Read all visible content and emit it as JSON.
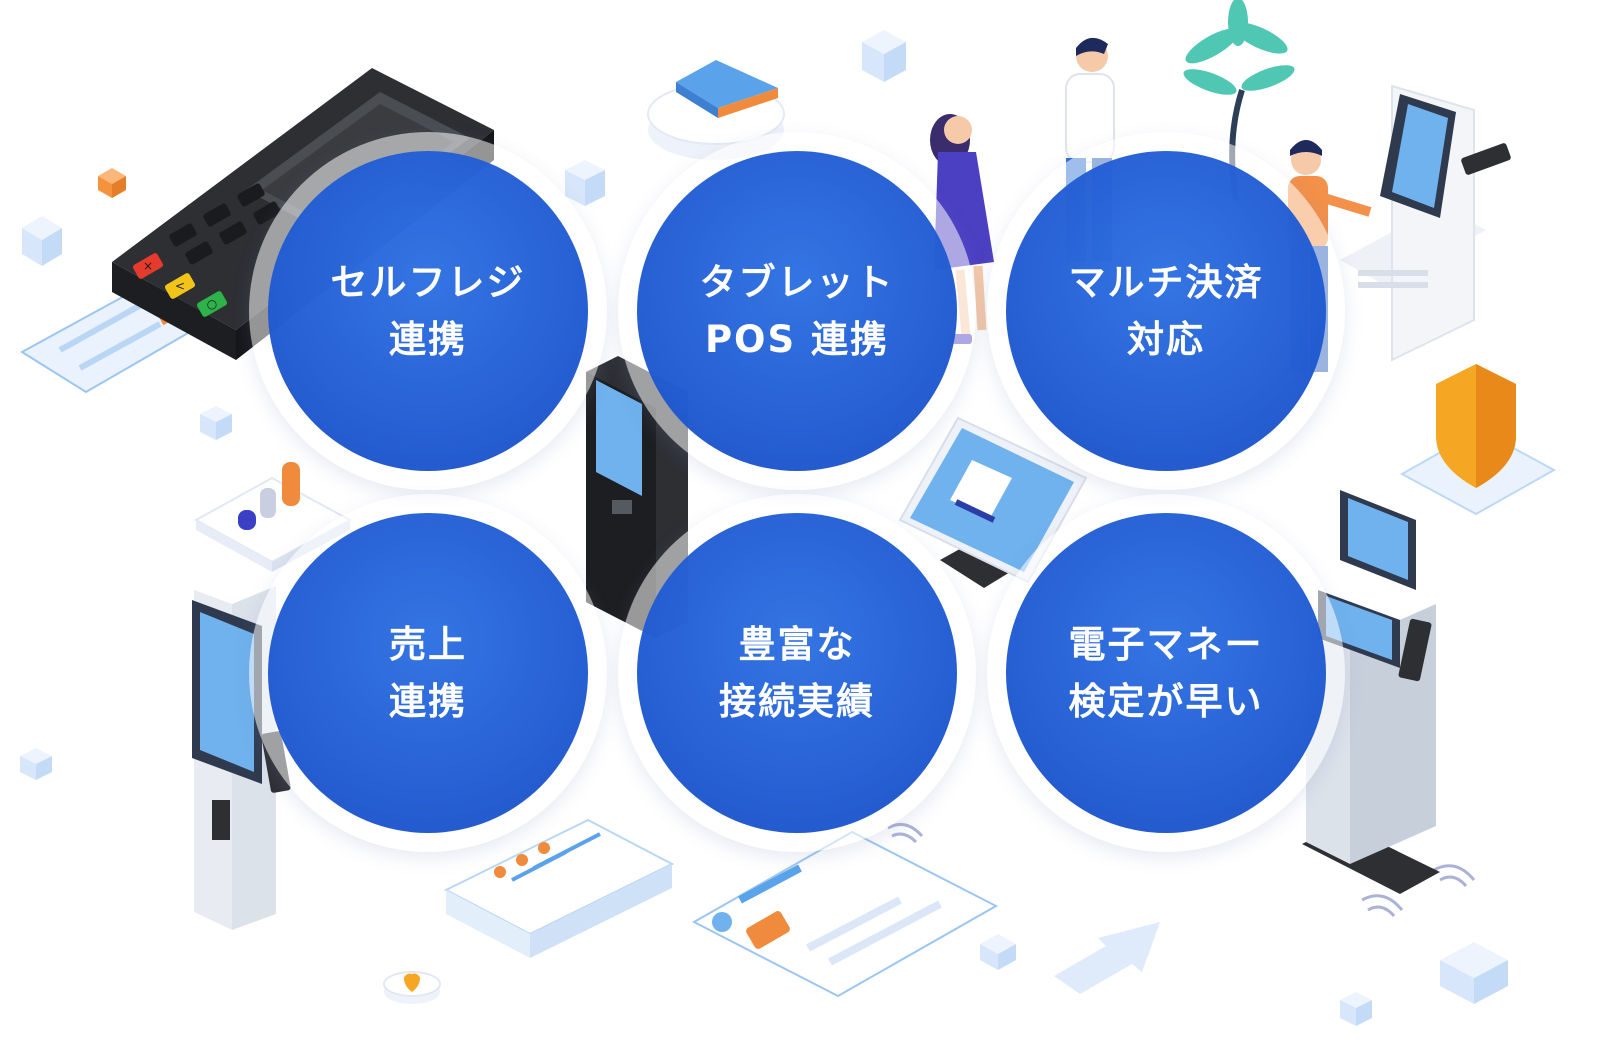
{
  "features": [
    {
      "line1": "セルフレジ",
      "line2": "連携"
    },
    {
      "line1": "タブレット",
      "line2": "POS 連携"
    },
    {
      "line1": "マルチ決済",
      "line2": "対応"
    },
    {
      "line1": "売上",
      "line2": "連携"
    },
    {
      "line1": "豊富な",
      "line2": "接続実績"
    },
    {
      "line1": "電子マネー",
      "line2": "検定が早い"
    }
  ],
  "colors": {
    "circle_blue": "#1f5ad0",
    "accent_orange": "#f08a3c",
    "light_blue": "#6fb2ee",
    "kiosk_grey": "#e8ebf0"
  },
  "card_terminal_keys": [
    "×",
    "<",
    "○"
  ]
}
